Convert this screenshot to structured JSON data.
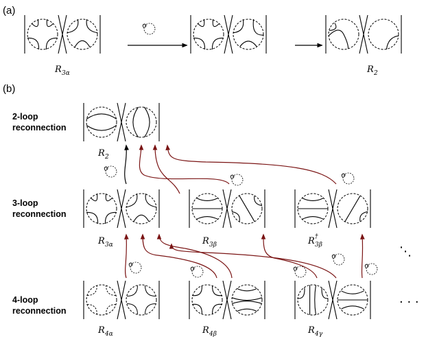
{
  "panels": {
    "a_label": "(a)",
    "b_label": "(b)"
  },
  "rows": [
    {
      "label_line1": "2-loop",
      "label_line2": "reconnection"
    },
    {
      "label_line1": "3-loop",
      "label_line2": "reconnection"
    },
    {
      "label_line1": "4-loop",
      "label_line2": "reconnection"
    }
  ],
  "diagram_labels": {
    "a_left": {
      "sym": "R",
      "sub": "3α",
      "sup": ""
    },
    "a_right": {
      "sym": "R",
      "sub": "2",
      "sup": ""
    },
    "r2": {
      "sym": "R",
      "sub": "2",
      "sup": ""
    },
    "r3a": {
      "sym": "R",
      "sub": "3α",
      "sup": ""
    },
    "r3b": {
      "sym": "R",
      "sub": "3β",
      "sup": ""
    },
    "r3bd": {
      "sym": "R",
      "sub": "3β",
      "sup": "†"
    },
    "r4a": {
      "sym": "R",
      "sub": "4α",
      "sup": ""
    },
    "r4b": {
      "sym": "R",
      "sub": "4β",
      "sup": ""
    },
    "r4c": {
      "sym": "R",
      "sub": "4γ",
      "sup": ""
    }
  },
  "ellipsis": {
    "diag": "⋱",
    "horiz": "· · ·"
  },
  "colors": {
    "arrow": "#7a1414",
    "ink": "#000000",
    "background": "#ffffff"
  }
}
